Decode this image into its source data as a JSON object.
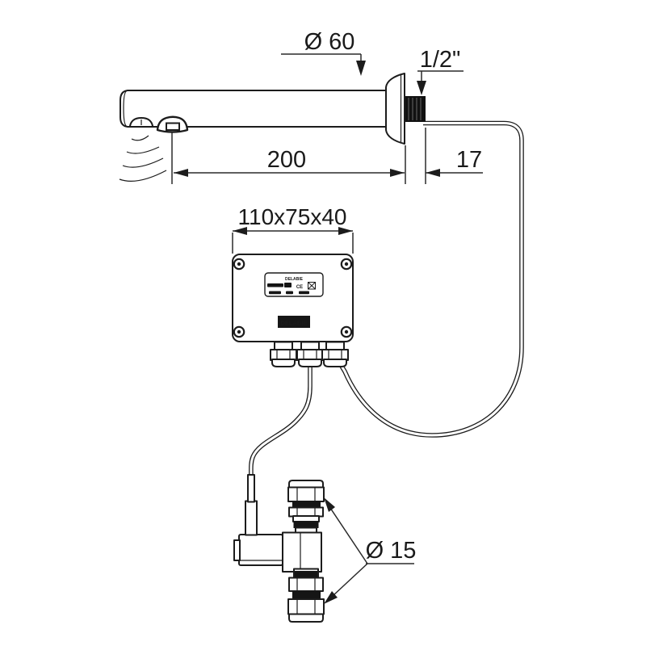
{
  "drawing": {
    "kind": "technical-installation-diagram",
    "dims": {
      "spout_diameter": "Ø 60",
      "thread_size": "1/2\"",
      "spout_projection": "200",
      "thread_length": "17",
      "box_dimensions": "110x75x40",
      "pipe_diameter": "Ø 15"
    },
    "control_box": {
      "plate_brand": "DELABIE",
      "plate_ce_mark": "CE",
      "logo": "DELABIE"
    },
    "colors": {
      "ink": "#1c1c1c",
      "background": "#ffffff"
    }
  }
}
